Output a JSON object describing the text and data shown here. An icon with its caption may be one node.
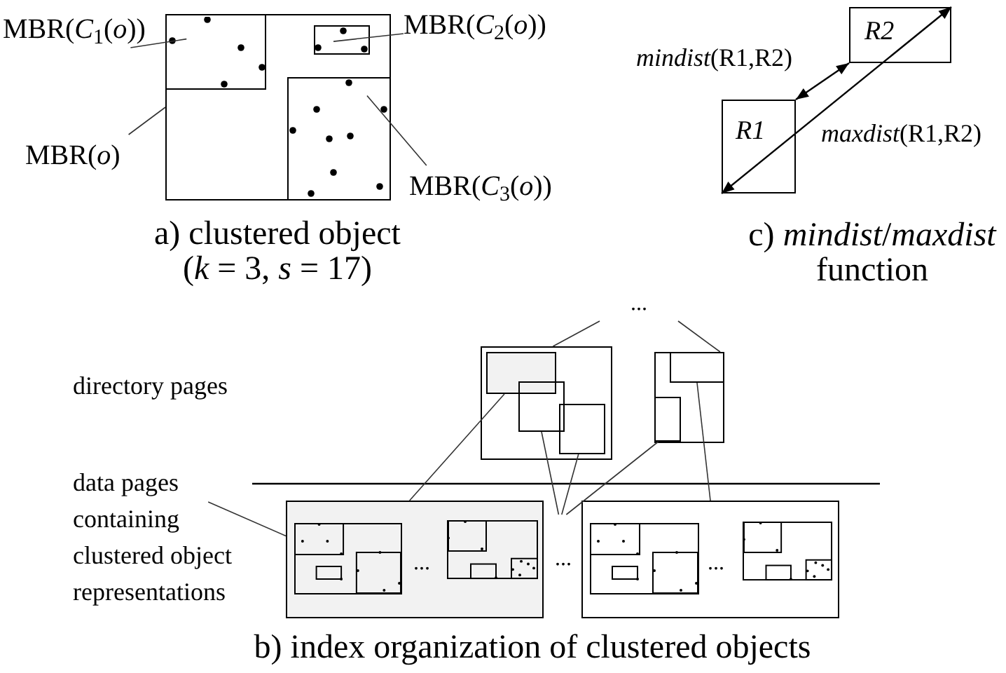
{
  "diagram": {
    "nodes": [
      {
        "text": [],
        "shape": "box"
      },
      {
        "text": [],
        "shape": "box",
        "in": 0
      },
      {
        "text": [],
        "shape": "box",
        "in": 0
      },
      {
        "text": [],
        "shape": "box",
        "in": 0
      },
      {
        "text": [
          "MBR(*C*$_{1}$(*o*))"
        ]
      },
      {
        "text": [
          "MBR(*C*$_{2}$(*o*))"
        ]
      },
      {
        "text": [
          "MBR(*o*)"
        ]
      },
      {
        "text": [
          "MBR(*C*$_{3}$(*o*))"
        ]
      },
      {
        "text": [
          "R2"
        ]
      },
      {
        "text": [
          "R1"
        ]
      },
      {
        "text": [
          "..."
        ]
      },
      {
        "text": [],
        "shape": "box"
      },
      {
        "text": [],
        "shape": "box",
        "in": 11
      },
      {
        "text": [],
        "shape": "box",
        "in": 11
      },
      {
        "text": [],
        "shape": "box",
        "in": 11
      },
      {
        "text": [],
        "shape": "box"
      },
      {
        "text": [],
        "shape": "box",
        "in": 15
      },
      {
        "text": [],
        "shape": "box",
        "in": 15
      },
      {
        "text": [],
        "shape": "box"
      },
      {
        "text": [],
        "shape": "box"
      },
      {
        "text": [
          "data pages containing clustered object representations"
        ]
      },
      {
        "text": [
          "..."
        ]
      }
    ],
    "edges": [
      {
        "from": 4,
        "to": 1,
        "arrow": "none"
      },
      {
        "from": 5,
        "to": 2,
        "arrow": "none"
      },
      {
        "from": 6,
        "to": 0,
        "arrow": "none"
      },
      {
        "from": 7,
        "to": 3,
        "arrow": "none"
      },
      {
        "from": 9,
        "to": 8,
        "arrow": "both",
        "label": "*mindist*(R1,R2)"
      },
      {
        "from": 9,
        "to": 8,
        "arrow": "both",
        "label": "*maxdist*(R1,R2)"
      },
      {
        "from": 10,
        "to": 11,
        "arrow": "none"
      },
      {
        "from": 10,
        "to": 15,
        "arrow": "none"
      },
      {
        "from": 12,
        "to": 18,
        "arrow": "none"
      },
      {
        "from": 13,
        "to": 21,
        "arrow": "none"
      },
      {
        "from": 14,
        "to": 21,
        "arrow": "none"
      },
      {
        "from": 17,
        "to": 21,
        "arrow": "none"
      },
      {
        "from": 16,
        "to": 19,
        "arrow": "none"
      },
      {
        "from": 20,
        "to": 18,
        "arrow": "none"
      }
    ],
    "labels": [
      "a) clustered object (*k* = 3, *s* = 17)",
      "c) *mindist*/*maxdist* function",
      "directory pages",
      "...",
      "...",
      "b) index organization of clustered objects"
    ]
  }
}
